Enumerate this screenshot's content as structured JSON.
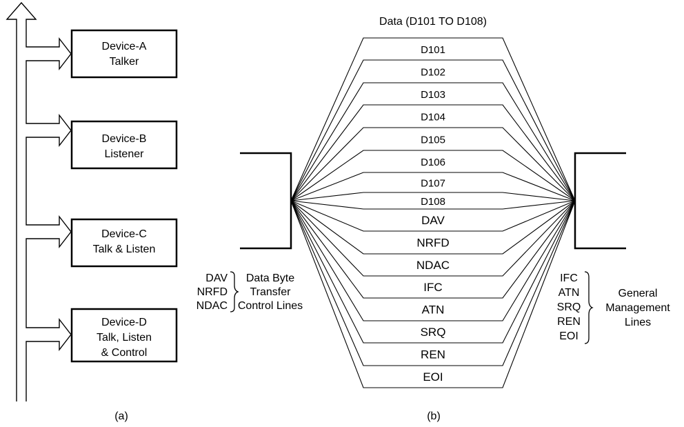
{
  "panel_a": {
    "devices": [
      {
        "line1": "Device-A",
        "line2": "Talker",
        "line3": ""
      },
      {
        "line1": "Device-B",
        "line2": "Listener",
        "line3": ""
      },
      {
        "line1": "Device-C",
        "line2": "Talk & Listen",
        "line3": ""
      },
      {
        "line1": "Device-D",
        "line2": "Talk, Listen",
        "line3": "& Control"
      }
    ],
    "caption": "(a)"
  },
  "panel_b": {
    "data_title": "Data (D101 TO D108)",
    "lines": [
      "D101",
      "D102",
      "D103",
      "D104",
      "D105",
      "D106",
      "D107",
      "D108",
      "DAV",
      "NRFD",
      "NDAC",
      "IFC",
      "ATN",
      "SRQ",
      "REN",
      "EOI"
    ],
    "left_group": {
      "items": [
        "DAV",
        "NRFD",
        "NDAC"
      ],
      "label": [
        "Data Byte",
        "Transfer",
        "Control Lines"
      ]
    },
    "right_group": {
      "items": [
        "IFC",
        "ATN",
        "SRQ",
        "REN",
        "EOI"
      ],
      "label": [
        "General",
        "Management",
        "Lines"
      ]
    },
    "caption": "(b)"
  }
}
